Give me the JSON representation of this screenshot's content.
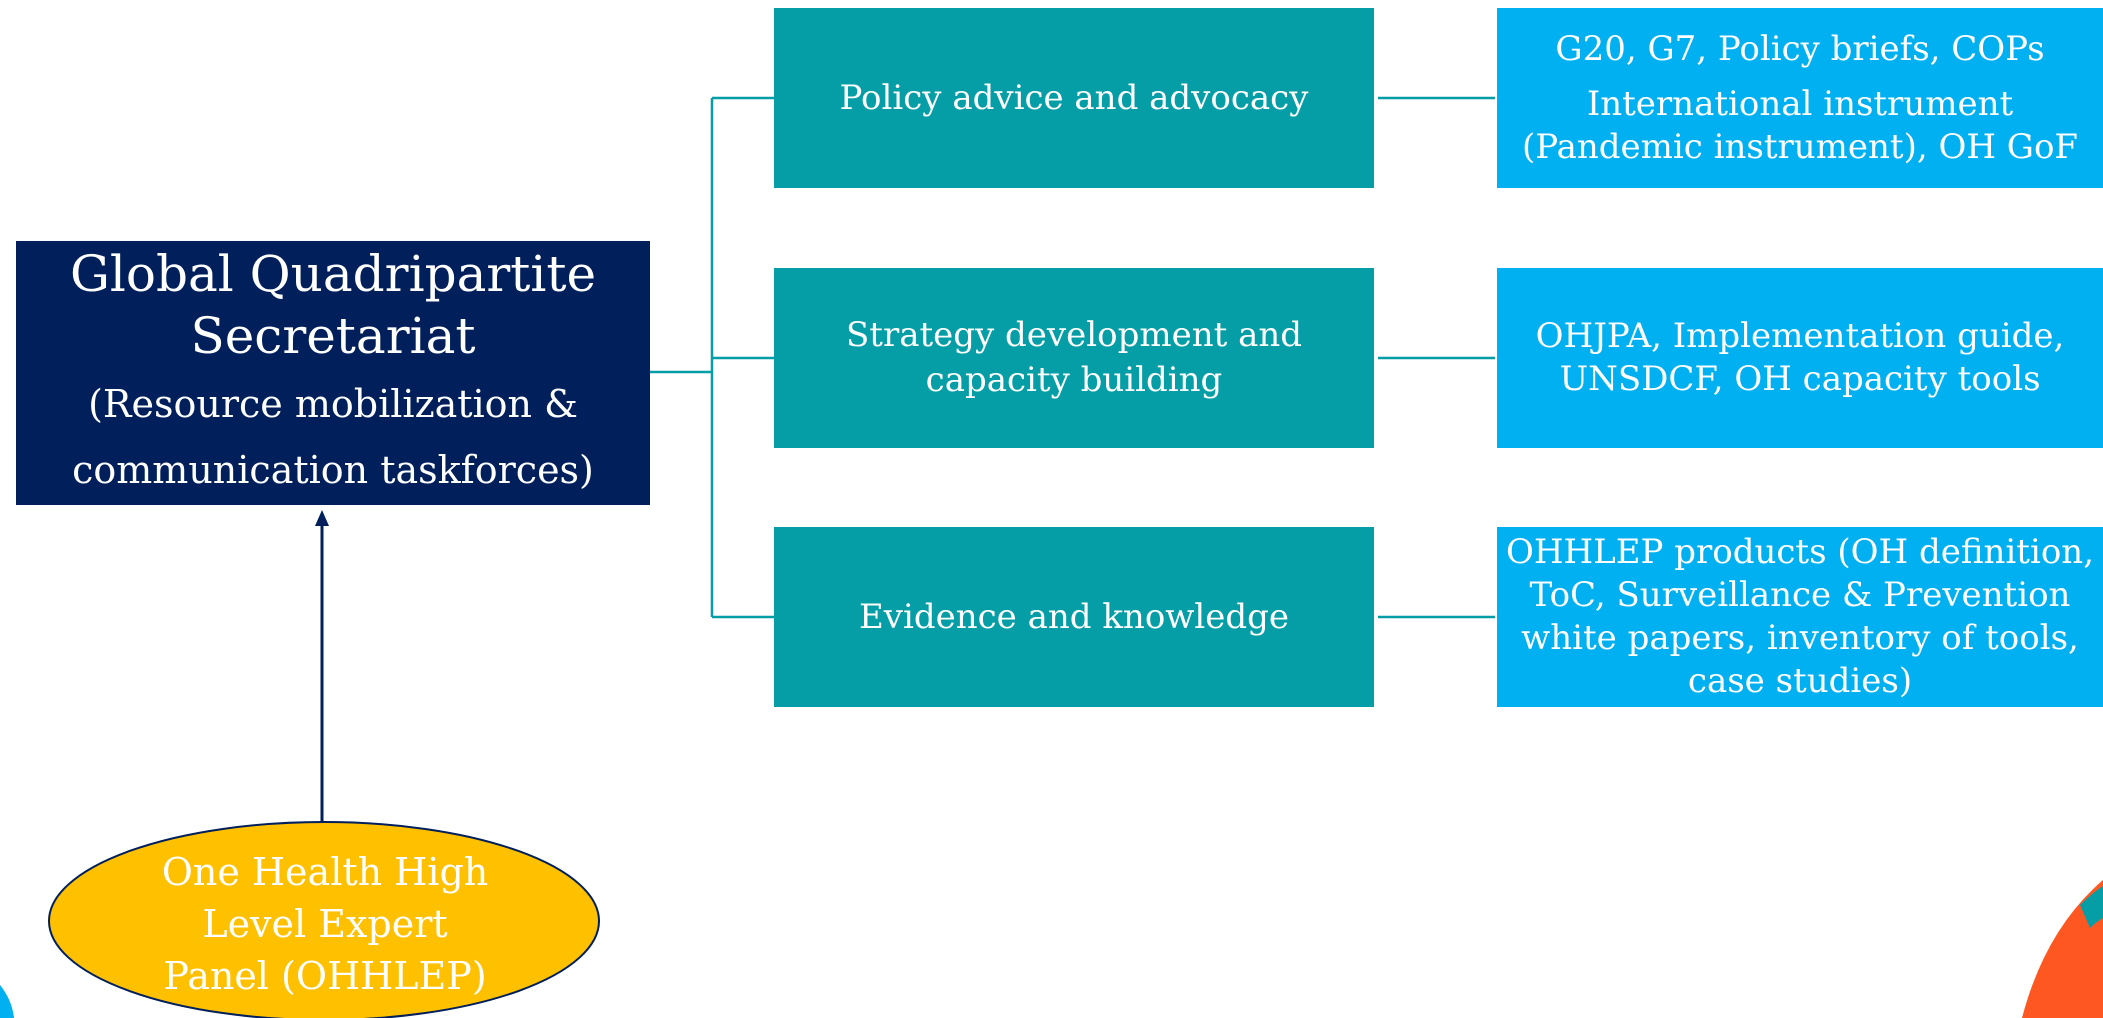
{
  "colors": {
    "secretariat_bg": "#001f5b",
    "middle_bg": "#059ea7",
    "right_bg": "#00b0f0",
    "panel_bg": "#ffc000",
    "connector": "#059ea7",
    "arrow": "#001f5b"
  },
  "secretariat": {
    "title": "Global Quadripartite Secretariat",
    "subtitle_line1": "(Resource mobilization &",
    "subtitle_line2": "communication taskforces)"
  },
  "panel": {
    "line1": "One Health High",
    "line2": "Level Expert",
    "line3": "Panel (OHHLEP)"
  },
  "streams": [
    {
      "label": "Policy advice and advocacy",
      "outputs_line1": "G20, G7, Policy briefs, COPs",
      "outputs_line2": "International instrument (Pandemic instrument), OH GoF"
    },
    {
      "label": "Strategy development and capacity building",
      "outputs_line1": "OHJPA, Implementation guide, UNSDCF, OH capacity tools"
    },
    {
      "label": "Evidence and knowledge",
      "outputs_line1": "OHHLEP products (OH definition, ToC, Surveillance & Prevention white papers, inventory of tools, case studies)"
    }
  ]
}
